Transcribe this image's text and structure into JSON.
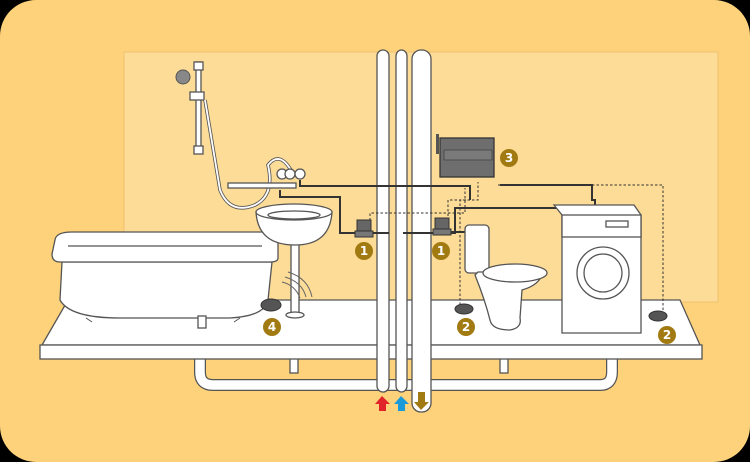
{
  "diagram": {
    "badges": {
      "meter_left": "1",
      "meter_right": "1",
      "controller": "3",
      "sensor_toilet": "2",
      "sensor_washer": "2",
      "sensor_bath": "4"
    },
    "colors": {
      "background": "#fdd27a",
      "wall": "#fddc98",
      "badge": "#a27a12",
      "hot_arrow": "#e0242a",
      "cold_arrow": "#1a9ad8",
      "drain_arrow": "#a27a12"
    }
  }
}
